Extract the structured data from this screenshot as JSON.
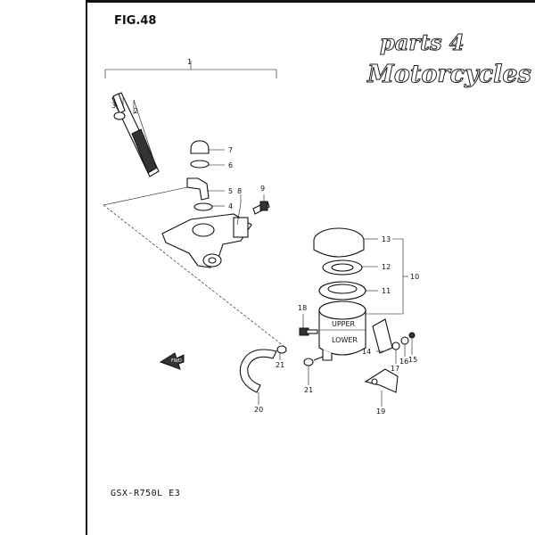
{
  "figure_label": "FIG.48",
  "model_code": "GSX-R750L E3",
  "watermark": {
    "line1": "parts 4",
    "line2": "Motorcycles"
  },
  "callouts": [
    {
      "id": "1",
      "label": "1"
    },
    {
      "id": "2",
      "label": "2"
    },
    {
      "id": "3",
      "label": "3"
    },
    {
      "id": "4",
      "label": "4"
    },
    {
      "id": "5",
      "label": "5"
    },
    {
      "id": "6",
      "label": "6"
    },
    {
      "id": "7",
      "label": "7"
    },
    {
      "id": "8",
      "label": "8"
    },
    {
      "id": "9",
      "label": "9"
    },
    {
      "id": "10",
      "label": "10"
    },
    {
      "id": "11",
      "label": "11"
    },
    {
      "id": "12",
      "label": "12"
    },
    {
      "id": "13",
      "label": "13"
    },
    {
      "id": "14",
      "label": "14"
    },
    {
      "id": "15",
      "label": "15"
    },
    {
      "id": "16",
      "label": "16"
    },
    {
      "id": "17",
      "label": "17"
    },
    {
      "id": "18",
      "label": "18"
    },
    {
      "id": "19",
      "label": "19"
    },
    {
      "id": "20",
      "label": "20"
    },
    {
      "id": "21a",
      "label": "21"
    },
    {
      "id": "21b",
      "label": "21"
    }
  ],
  "reservoir_print": {
    "upper": "UPPER",
    "lower": "LOWER"
  },
  "front_arrow": "FWD"
}
